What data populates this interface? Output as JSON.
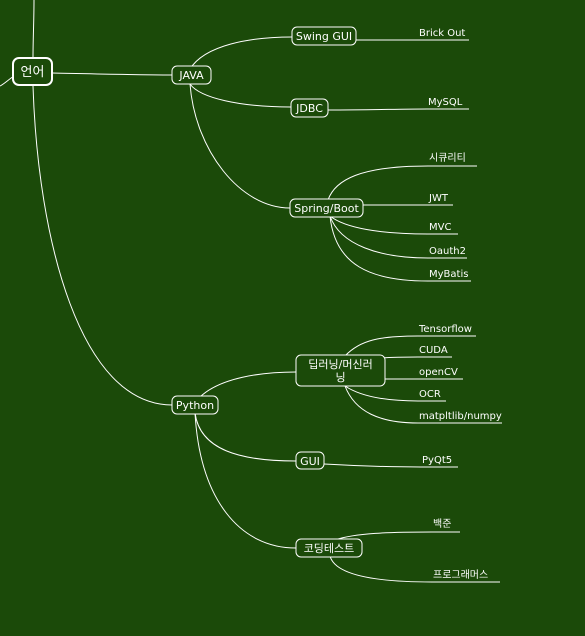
{
  "mindmap": {
    "root": {
      "label": "언어"
    },
    "java": {
      "label": "JAVA",
      "swing": {
        "label": "Swing GUI",
        "leaves": [
          "Brick Out"
        ]
      },
      "jdbc": {
        "label": "JDBC",
        "leaves": [
          "MySQL"
        ]
      },
      "spring": {
        "label": "Spring/Boot",
        "leaves": [
          "시큐리티",
          "JWT",
          "MVC",
          "Oauth2",
          "MyBatis"
        ]
      }
    },
    "python": {
      "label": "Python",
      "dl": {
        "label_line1": "딥러닝/머신러",
        "label_line2": "닝",
        "leaves": [
          "Tensorflow",
          "CUDA",
          "openCV",
          "OCR",
          "matpltlib/numpy"
        ]
      },
      "gui": {
        "label": "GUI",
        "leaves": [
          "PyQt5"
        ]
      },
      "coding": {
        "label": "코딩테스트",
        "leaves": [
          "백준",
          "프로그래머스"
        ]
      }
    }
  },
  "colors": {
    "background": "#1b4a09",
    "line": "#ffffff",
    "text": "#ffffff"
  }
}
